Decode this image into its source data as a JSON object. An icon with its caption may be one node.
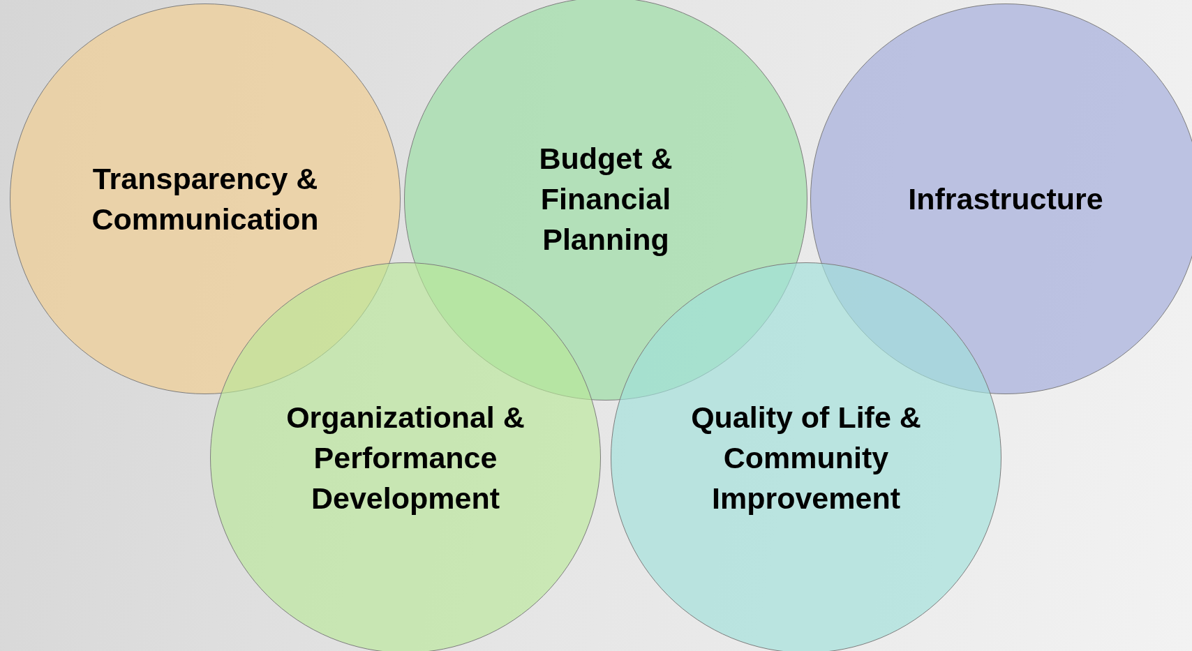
{
  "diagram": {
    "nodes": [
      {
        "text": [
          "Transparency & Communication"
        ]
      },
      {
        "text": [
          "Budget & Financial Planning"
        ]
      },
      {
        "text": [
          "Infrastructure"
        ]
      },
      {
        "text": [
          "Organizational & Performance Development"
        ]
      },
      {
        "text": [
          "Quality of Life & Community Improvement"
        ]
      }
    ]
  }
}
